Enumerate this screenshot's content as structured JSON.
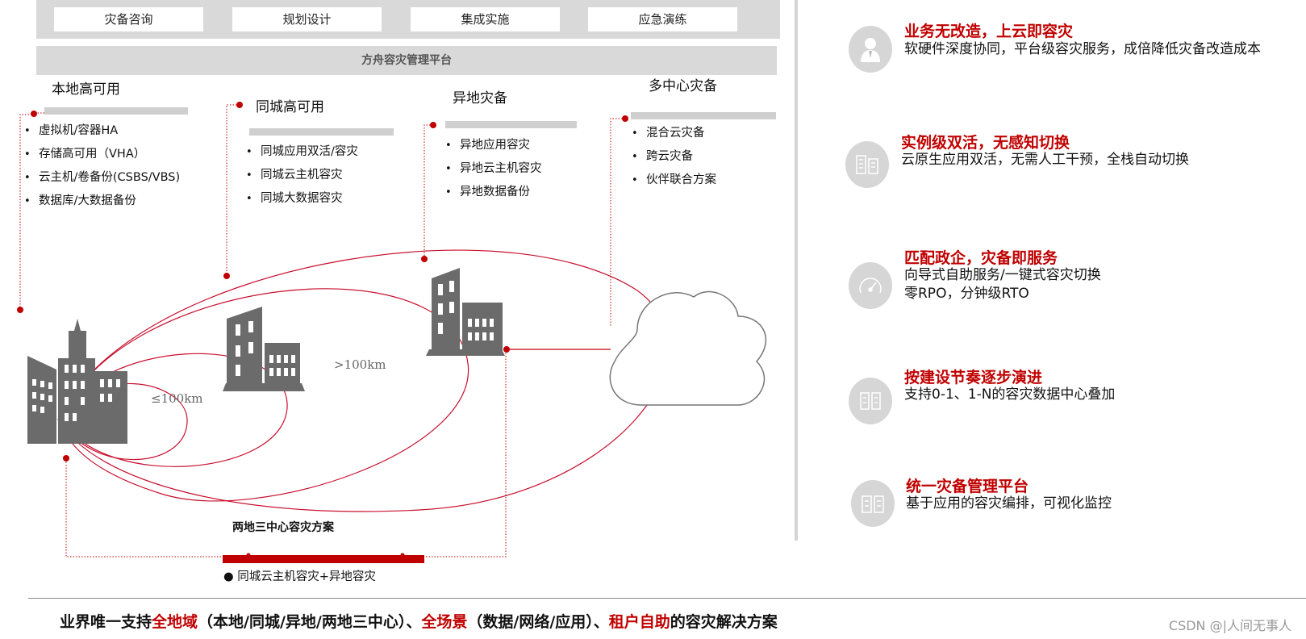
{
  "top_services": [
    "灾备咨询",
    "规划设计",
    "集成实施",
    "应急演练"
  ],
  "platform": "方舟容灾管理平台",
  "sections": [
    {
      "title": "本地高可用",
      "items": [
        "虚拟机/容器HA",
        "存储高可用（VHA）",
        "云主机/卷备份(CSBS/VBS)",
        "数据库/大数据备份"
      ]
    },
    {
      "title": "同城高可用",
      "items": [
        "同城应用双活/容灾",
        "同城云主机容灾",
        "同城大数据容灾"
      ]
    },
    {
      "title": "异地灾备",
      "items": [
        "异地应用容灾",
        "异地云主机容灾",
        "异地数据备份"
      ]
    },
    {
      "title": "多中心灾备",
      "items": [
        "混合云灾备",
        "跨云灾备",
        "伙伴联合方案"
      ]
    }
  ],
  "distances": {
    "near": "≤100km",
    "far": ">100km"
  },
  "scheme_label": "两地三中心容灾方案",
  "legend_label": "● 同城云主机容灾+异地容灾",
  "features": [
    {
      "icon": "person-icon",
      "title": "业务无改造，上云即容灾",
      "desc": [
        "软硬件深度协同，平台级容灾服务，成倍降低灾备改造成本"
      ]
    },
    {
      "icon": "building-sync-icon",
      "title": "实例级双活，无感知切换",
      "desc": [
        "云原生应用双活，无需人工干预，全栈自动切换"
      ]
    },
    {
      "icon": "gauge-icon",
      "title": "匹配政企，灾备即服务",
      "desc": [
        "向导式自助服务/一键式容灾切换",
        "零RPO，分钟级RTO"
      ]
    },
    {
      "icon": "datacenter-icon",
      "title": "按建设节奏逐步演进",
      "desc": [
        "支持0-1、1-N的容灾数据中心叠加"
      ]
    },
    {
      "icon": "platform-icon",
      "title": "统一灾备管理平台",
      "desc": [
        "基于应用的容灾编排，可视化监控"
      ]
    }
  ],
  "footer": {
    "p1": "业界唯一支持",
    "h1": "全地域",
    "p2": "（本地/同城/异地/两地三中心）、",
    "h2": "全场景",
    "p3": "（数据/网络/应用）、",
    "h3": "租户自助",
    "p4": "的容灾解决方案"
  },
  "watermark": "CSDN @|人间无事人",
  "colors": {
    "accent": "#c00000",
    "building": "#6b6b6b",
    "panel": "#d9d9d9"
  }
}
